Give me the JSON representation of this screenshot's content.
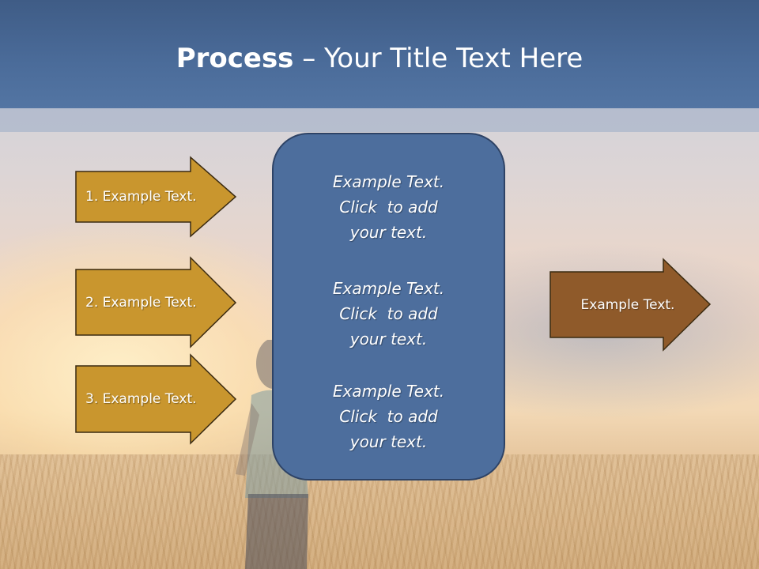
{
  "header": {
    "title_bold": "Process",
    "title_rest": " – Your Title Text Here"
  },
  "left_arrows": [
    {
      "label": "1. Example Text."
    },
    {
      "label": "2. Example Text."
    },
    {
      "label": "3. Example Text."
    }
  ],
  "center_box": {
    "paragraphs": [
      {
        "lines": [
          "Example Text.",
          "Click  to add",
          "your text."
        ]
      },
      {
        "lines": [
          "Example Text.",
          "Click  to add",
          "your text."
        ]
      },
      {
        "lines": [
          "Example Text.",
          "Click  to add",
          "your text."
        ]
      }
    ]
  },
  "right_arrow": {
    "label": "Example Text."
  },
  "colors": {
    "header": "#4b6c9a",
    "left_arrow_fill": "#c9962e",
    "right_arrow_fill": "#8f5a2a",
    "center_box_fill": "#4d6e9d",
    "outline": "#3a2a10"
  }
}
